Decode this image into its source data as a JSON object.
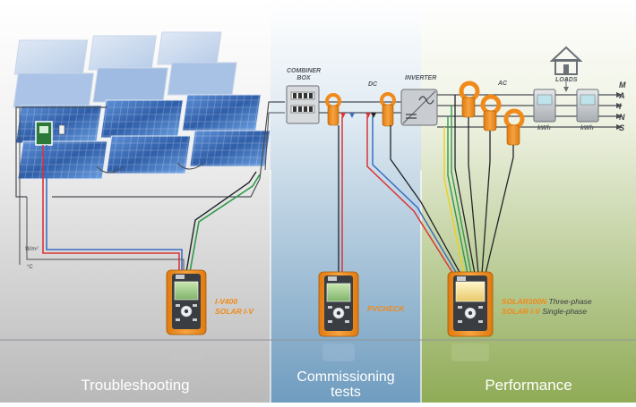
{
  "sections": {
    "troubleshooting": "Troubleshooting",
    "commissioning_line1": "Commissioning",
    "commissioning_line2": "tests",
    "performance": "Performance"
  },
  "labels": {
    "combiner_line1": "COMBINER",
    "combiner_line2": "BOX",
    "dc": "DC",
    "inverter": "INVERTER",
    "ac": "AC",
    "loads": "LOADS",
    "kwh_1": "kWh",
    "kwh_2": "kWh",
    "irradiance": "W/m²",
    "temperature": "°C",
    "mains": [
      "M",
      "A",
      "I",
      "N",
      "S"
    ]
  },
  "instruments": {
    "left_line1": "I-V400",
    "left_line2": "SOLAR I-V",
    "center": "PVCHECK",
    "right_model1": "SOLAR300N",
    "right_desc1": "Three-phase",
    "right_model2": "SOLAR I-V",
    "right_desc2": "Single-phase"
  },
  "colors": {
    "orange": "#f08a1a",
    "panel_blue": "#3e6fb8",
    "wire_red": "#d8353a",
    "wire_blue": "#3a6fc4",
    "wire_green": "#2f9a48"
  }
}
